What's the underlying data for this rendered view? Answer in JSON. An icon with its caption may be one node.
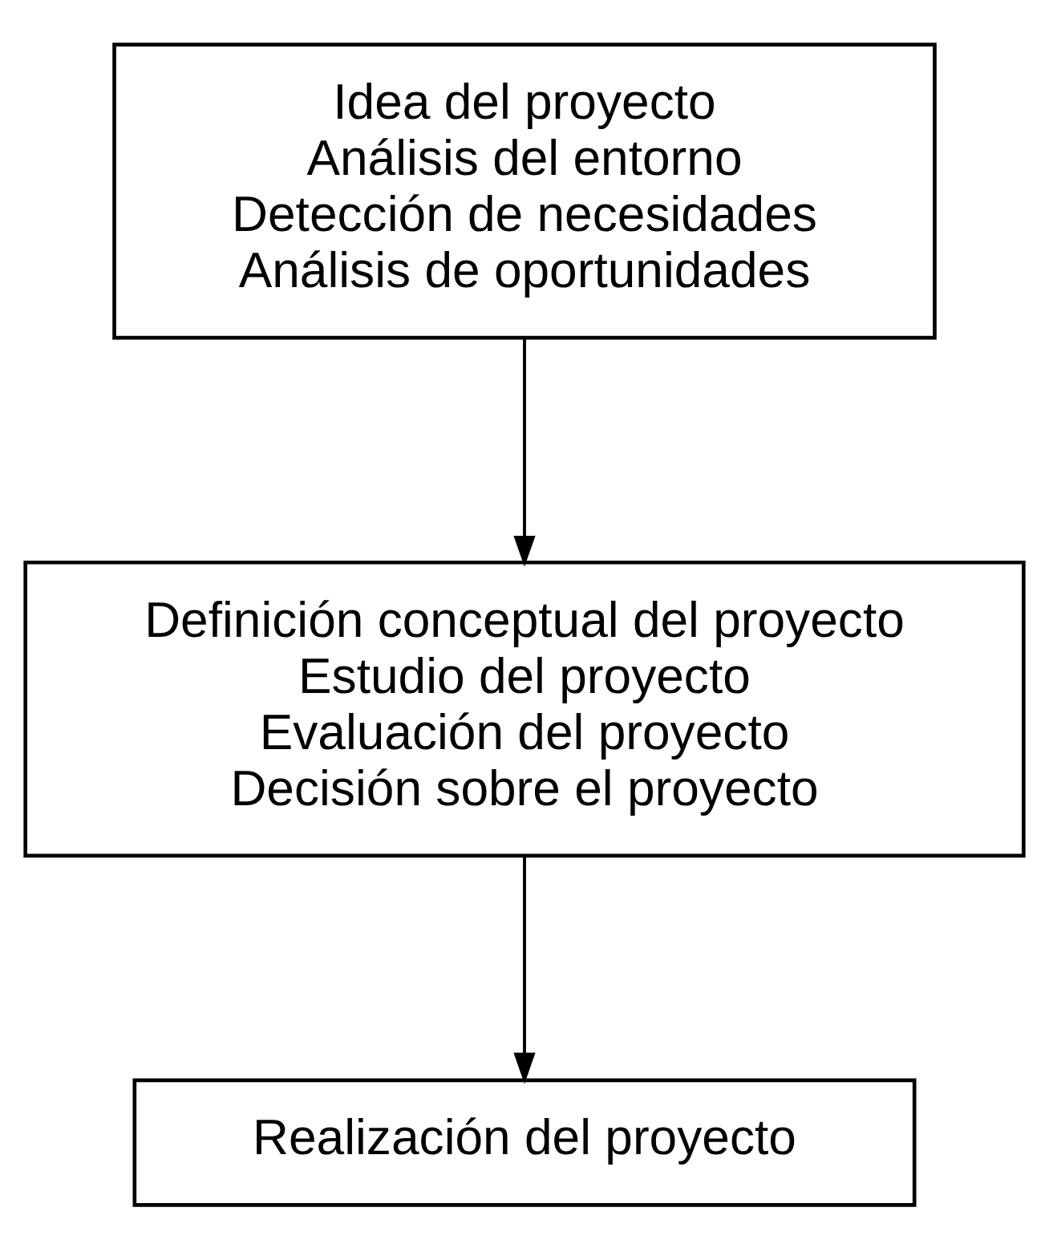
{
  "diagram": {
    "nodes": [
      {
        "text": [
          "Idea del proyecto",
          "Análisis del entorno",
          "Detección de necesidades",
          "Análisis de oportunidades"
        ]
      },
      {
        "text": [
          "Definición conceptual del proyecto",
          "Estudio del proyecto",
          "Evaluación del proyecto",
          "Decisión sobre el proyecto"
        ]
      },
      {
        "text": [
          "Realización del proyecto"
        ]
      }
    ],
    "edges": [
      {
        "from": 0,
        "to": 1,
        "arrow": "to"
      },
      {
        "from": 1,
        "to": 2,
        "arrow": "to"
      }
    ]
  }
}
